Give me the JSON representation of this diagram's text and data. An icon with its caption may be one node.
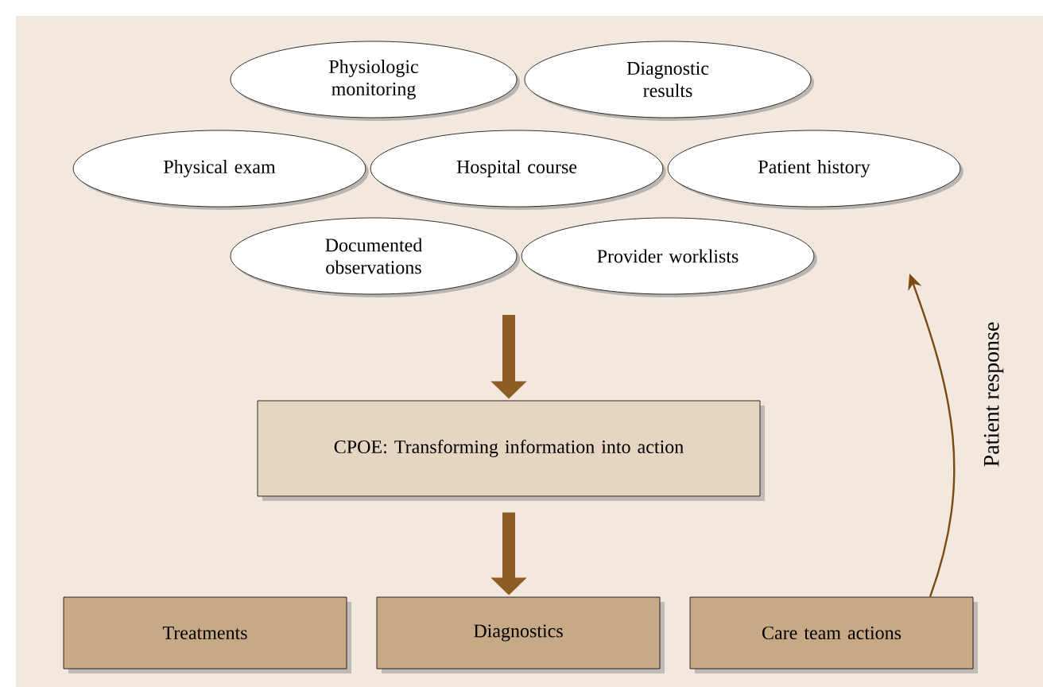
{
  "diagram": {
    "nodes": [
      {
        "text": [
          "Physiologic monitoring"
        ]
      },
      {
        "text": [
          "Diagnostic results"
        ]
      },
      {
        "text": [
          "Physical exam"
        ]
      },
      {
        "text": [
          "Hospital course"
        ]
      },
      {
        "text": [
          "Patient history"
        ]
      },
      {
        "text": [
          "Documented observations"
        ]
      },
      {
        "text": [
          "Provider worklists"
        ]
      },
      {
        "text": [
          "CPOE: Transforming information into action"
        ]
      },
      {
        "text": [
          "Treatments"
        ]
      },
      {
        "text": [
          "Diagnostics"
        ]
      },
      {
        "text": [
          "Care team actions"
        ]
      }
    ],
    "edges": [
      {
        "from": null,
        "to": 7,
        "arrow": "to"
      },
      {
        "from": 7,
        "to": 9,
        "arrow": "to"
      },
      {
        "from": 10,
        "to": null,
        "arrow": "to",
        "label": "Patient response"
      }
    ]
  }
}
